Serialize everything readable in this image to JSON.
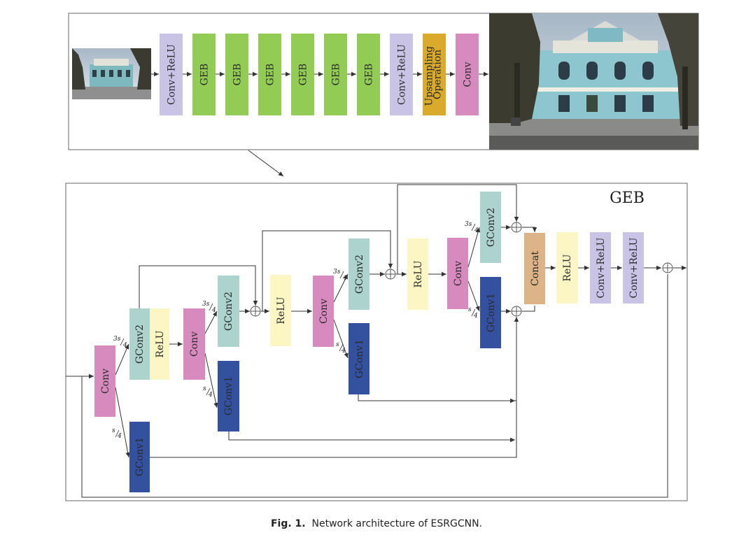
{
  "colors": {
    "conv_relu": "#c9c4e6",
    "geb": "#92cc55",
    "upsampling": "#d9aa2b",
    "conv": "#d78abd",
    "gconv2": "#acd3cd",
    "gconv1": "#34519f",
    "relu": "#fbf6c4",
    "concat": "#ddb487"
  },
  "top": {
    "blocks": [
      "Conv+ReLU",
      "GEB",
      "GEB",
      "GEB",
      "GEB",
      "GEB",
      "GEB",
      "Conv+ReLU",
      "Upsampling Operation",
      "Conv"
    ],
    "input_image": "low-resolution building photo",
    "output_image": "high-resolution building photo"
  },
  "geb": {
    "title": "GEB",
    "blocks": {
      "conv1": "Conv",
      "gconv2_1": "GConv2",
      "relu1": "ReLU",
      "gconv1_1": "GConv1",
      "conv2": "Conv",
      "gconv2_2": "GConv2",
      "gconv1_2": "GConv1",
      "relu2": "ReLU",
      "conv3": "Conv",
      "gconv2_3": "GConv2",
      "gconv1_3": "GConv1",
      "relu3": "ReLU",
      "conv4": "Conv",
      "gconv2_4": "GConv2",
      "gconv1_4": "GConv1",
      "concat": "Concat",
      "relu4": "ReLU",
      "convrelu1": "Conv+ReLU",
      "convrelu2": "Conv+ReLU"
    },
    "fraction_3s": "3s",
    "fraction_s": "s",
    "fraction_den": "4"
  },
  "caption": {
    "label": "Fig. 1.",
    "text": "Network architecture of ESRGCNN."
  }
}
